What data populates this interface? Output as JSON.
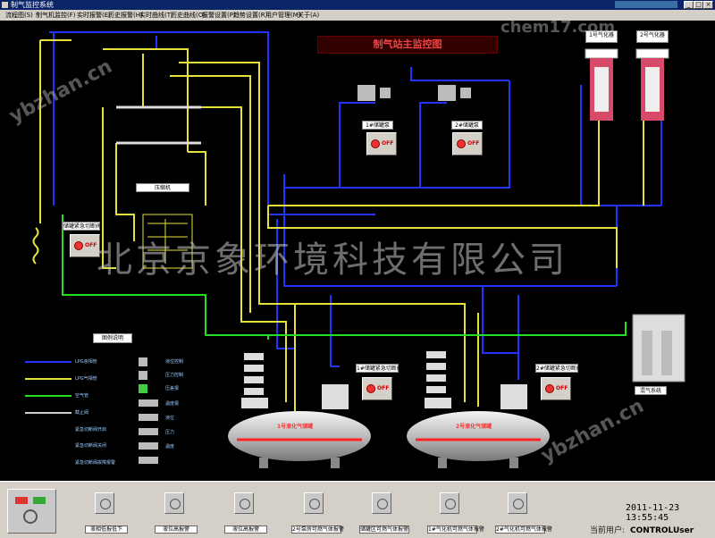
{
  "window": {
    "title": "制气监控系统",
    "right_field": ""
  },
  "menu": [
    "流程图(S)",
    "制气机监控(F)",
    "实时报警(E)",
    "历史报警(H)",
    "实时曲线(T)",
    "历史曲线(O)",
    "报警设置(P)",
    "趋势设置(R)",
    "用户管理(M)",
    "关于(A)"
  ],
  "diagram": {
    "title": "制气站主监控图",
    "compressor_label": "压缩机",
    "vaporizer_1": "1号气化器",
    "vaporizer_2": "2号气化器",
    "unit_1": "1#储罐泵",
    "unit_2": "2#储罐泵",
    "off_text": "OFF",
    "emergency_1": "储罐紧急切断阀",
    "emergency_2": "1#储罐紧急切断阀",
    "emergency_3": "2#储罐紧急切断阀",
    "tank_1": "1号液化气储罐",
    "tank_2": "2号液化气储罐",
    "legend_title": "图例说明",
    "legend": [
      "LPG液相管",
      "LPG气相管",
      "空气管",
      "截止阀",
      "紧急切断阀开启",
      "紧急切断阀关闭",
      "紧急切断阀故障报警"
    ],
    "indicator_labels": [
      "液位控制",
      "压力控制",
      "压差报",
      "温度报",
      "液位",
      "压力",
      "温度"
    ],
    "mixer_label": "混气系统",
    "watermark": "北京京象环境科技有限公司",
    "site_watermark_1": "ybzhan.cn",
    "site_watermark_2": "ybzhan.cn",
    "site_watermark_3": "chem17.com"
  },
  "footer": {
    "buttons": [
      "液相低报低下",
      "液位高报警",
      "液位高报警",
      "2号泵房可燃气体报警",
      "储罐区可燃气体报警",
      "1#气化机可燃气体报警",
      "2#气化机可燃气体报警"
    ],
    "datetime": "2011-11-23 13:55:45",
    "user_label": "当前用户:",
    "user_value": "CONTROLUser"
  },
  "colors": {
    "liquid_line": "#2233ff",
    "gas_line": "#e6e23a",
    "air_line": "#22dd22",
    "banner_text": "#ee4444"
  }
}
